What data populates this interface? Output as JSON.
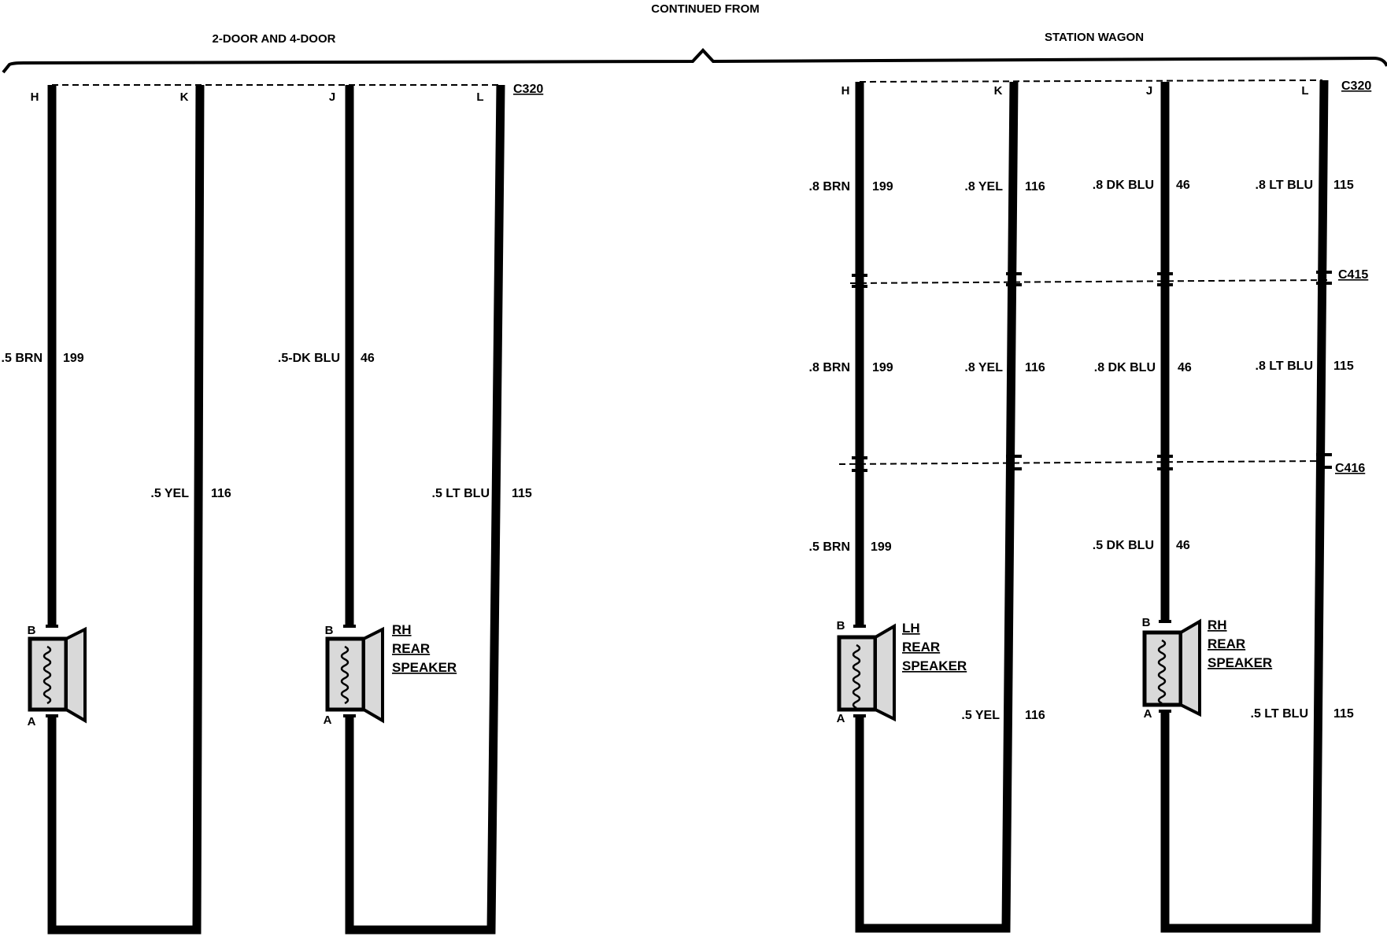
{
  "header": {
    "continued": "CONTINUED FROM",
    "group_left": "2-DOOR AND 4-DOOR",
    "group_right": "STATION WAGON"
  },
  "connectors": {
    "c320": "C320",
    "c415": "C415",
    "c416": "C416"
  },
  "pins": {
    "h": "H",
    "k": "K",
    "j": "J",
    "l": "L",
    "a": "A",
    "b": "B"
  },
  "sedan": {
    "wires": [
      {
        "size_color": ".5 BRN",
        "circuit": "199"
      },
      {
        "size_color": ".5 YEL",
        "circuit": "116"
      },
      {
        "size_color": ".5-DK BLU",
        "circuit": "46"
      },
      {
        "size_color": ".5 LT BLU",
        "circuit": "115"
      }
    ],
    "rh_speaker": [
      "RH",
      "REAR",
      "SPEAKER"
    ]
  },
  "wagon": {
    "upper": [
      {
        "size_color": ".8 BRN",
        "circuit": "199"
      },
      {
        "size_color": ".8 YEL",
        "circuit": "116"
      },
      {
        "size_color": ".8 DK BLU",
        "circuit": "46"
      },
      {
        "size_color": ".8 LT BLU",
        "circuit": "115"
      }
    ],
    "middle": [
      {
        "size_color": ".8 BRN",
        "circuit": "199"
      },
      {
        "size_color": ".8 YEL",
        "circuit": "116"
      },
      {
        "size_color": ".8 DK BLU",
        "circuit": "46"
      },
      {
        "size_color": ".8 LT BLU",
        "circuit": "115"
      }
    ],
    "lower": [
      {
        "size_color": ".5 BRN",
        "circuit": "199"
      },
      {
        "size_color": ".5 YEL",
        "circuit": "116"
      },
      {
        "size_color": ".5 DK BLU",
        "circuit": "46"
      },
      {
        "size_color": ".5 LT BLU",
        "circuit": "115"
      }
    ],
    "lh_speaker": [
      "LH",
      "REAR",
      "SPEAKER"
    ],
    "rh_speaker": [
      "RH",
      "REAR",
      "SPEAKER"
    ]
  }
}
